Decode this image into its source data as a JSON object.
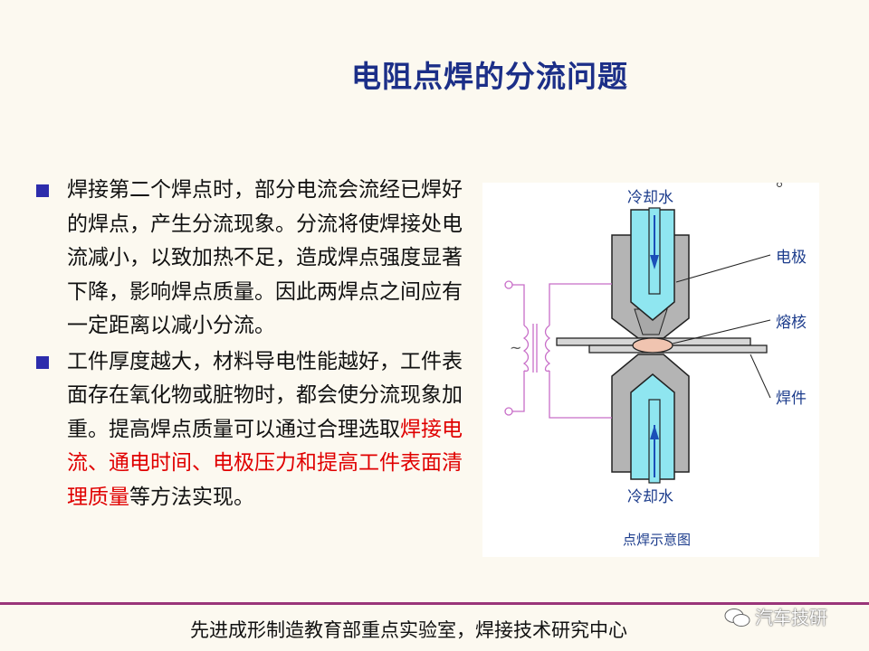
{
  "slide": {
    "title": "电阻点焊的分流问题",
    "bullets": [
      {
        "text": "焊接第二个焊点时，部分电流会流经已焊好的焊点，产生分流现象。分流将使焊接处电流减小，以致加热不足，造成焊点强度显著下降，影响焊点质量。因此两焊点之间应有一定距离以减小分流。"
      },
      {
        "text_before": "工件厚度越大，材料导电性能越好，工件表面存在氧化物或脏物时，都会使分流现象加重。提高焊点质量可以通过合理选取",
        "highlight": "焊接电流、通电时间、电极压力和提高工件表面清理质量",
        "text_after": "等方法实现。"
      }
    ],
    "footer": "先进成形制造教育部重点实验室，焊接技术研究中心",
    "watermark": "汽车技研"
  },
  "diagram": {
    "labels": {
      "cooling_water_top": "冷却水",
      "cooling_water_bottom": "冷却水",
      "electrode": "电极",
      "nugget": "熔核",
      "workpiece": "焊件",
      "ac_symbol": "~",
      "caption": "点焊示意图"
    },
    "colors": {
      "electrode_gray": "#b4b4b4",
      "water_cyan": "#8fe6f0",
      "arrow_blue": "#1a4fb8",
      "nugget": "#f0c4b0",
      "wire_pink": "#c86ec8",
      "label_blue": "#1c3c8c"
    }
  }
}
